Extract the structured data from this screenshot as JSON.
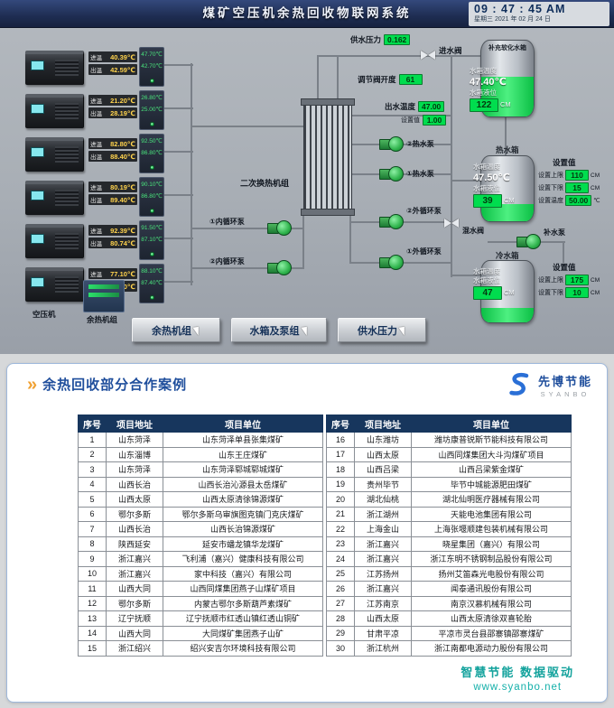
{
  "scada": {
    "title": "煤矿空压机余热回收物联网系统",
    "clock": {
      "time": "09 : 47 : 45 AM",
      "date": "星期三  2021 年 02 月 24 日"
    },
    "temp_labels": {
      "in": "进温",
      "out": "出温"
    },
    "top": {
      "supply_pressure_label": "供水压力",
      "supply_pressure_value": "0.162",
      "inlet_valve_label": "进水阀",
      "valve_opening_label": "调节阀开度",
      "valve_opening_value": "61",
      "outlet_temp_label": "出水温度",
      "outlet_temp_value": "47.00",
      "set_label": "设置值",
      "set_value": "1.00"
    },
    "compressors": [
      {
        "in": "40.39℃",
        "out": "42.59℃",
        "p_in": "47.70℃",
        "p_out": "42.70℃"
      },
      {
        "in": "21.20℃",
        "out": "28.19℃",
        "p_in": "26.80℃",
        "p_out": "25.00℃"
      },
      {
        "in": "82.80℃",
        "out": "88.40℃",
        "p_in": "92.50℃",
        "p_out": "86.80℃"
      },
      {
        "in": "80.19℃",
        "out": "89.40℃",
        "p_in": "90.10℃",
        "p_out": "86.80℃"
      },
      {
        "in": "92.39℃",
        "out": "80.74℃",
        "p_in": "91.50℃",
        "p_out": "87.10℃"
      },
      {
        "in": "77.10℃",
        "out": "78.40℃",
        "p_in": "88.10℃",
        "p_out": "87.40℃"
      }
    ],
    "labels": {
      "compressor_group": "空压机",
      "heat_recovery_unit": "余热机组",
      "exchanger": "二次换热机组",
      "mix_valve": "混水阀",
      "makeup_pump": "补水泵"
    },
    "pumps": {
      "hot2": "②热水泵",
      "hot1": "①热水泵",
      "inner1": "①内循环泵",
      "inner2": "②内循环泵",
      "outer2": "②外循环泵",
      "outer1": "①外循环泵"
    },
    "tanks": {
      "soft": {
        "name": "补充软化水箱",
        "temp_label": "水箱温度",
        "temp": "47.40℃",
        "level_label": "水箱液位",
        "level": "122",
        "level_unit": "CM"
      },
      "hot": {
        "name": "热水箱",
        "temp_label": "水箱温度",
        "temp": "47.50℃",
        "level_label": "水箱液位",
        "level": "39",
        "level_unit": "CM",
        "set_title": "设置值",
        "set_rows": [
          {
            "label": "设置上限",
            "value": "110",
            "unit": "CM"
          },
          {
            "label": "设置下限",
            "value": "15",
            "unit": "CM"
          },
          {
            "label": "设置温度",
            "value": "50.00",
            "unit": "℃"
          }
        ]
      },
      "cold": {
        "name": "冷水箱",
        "temp_label": "水箱温度",
        "temp": "",
        "level_label": "水箱液位",
        "level": "47",
        "level_unit": "CM",
        "set_title": "设置值",
        "set_rows": [
          {
            "label": "设置上限",
            "value": "175",
            "unit": "CM"
          },
          {
            "label": "设置下限",
            "value": "10",
            "unit": "CM"
          }
        ]
      }
    },
    "buttons": [
      "余热机组",
      "水箱及泵组",
      "供水压力"
    ]
  },
  "cases": {
    "title": "余热回收部分合作案例",
    "logo": {
      "cn": "先博节能",
      "en": "SYANBO"
    },
    "headers": [
      "序号",
      "项目地址",
      "项目单位"
    ],
    "left": [
      [
        1,
        "山东菏泽",
        "山东菏泽单县张集煤矿"
      ],
      [
        2,
        "山东淄博",
        "山东王庄煤矿"
      ],
      [
        3,
        "山东菏泽",
        "山东菏泽郓城郓城煤矿"
      ],
      [
        4,
        "山西长治",
        "山西长治沁源县太岳煤矿"
      ],
      [
        5,
        "山西太原",
        "山西太原清徐锦源煤矿"
      ],
      [
        6,
        "鄂尔多斯",
        "鄂尔多斯乌审旗图克镇门克庆煤矿"
      ],
      [
        7,
        "山西长治",
        "山西长治锦源煤矿"
      ],
      [
        8,
        "陕西延安",
        "延安市蟠龙镇华龙煤矿"
      ],
      [
        9,
        "浙江嘉兴",
        "飞利浦（嘉兴）健康科技有限公司"
      ],
      [
        10,
        "浙江嘉兴",
        "家中科技（嘉兴）有限公司"
      ],
      [
        11,
        "山西大同",
        "山西同煤集团燕子山煤矿项目"
      ],
      [
        12,
        "鄂尔多斯",
        "内蒙古鄂尔多斯葫芦素煤矿"
      ],
      [
        13,
        "辽宁抚顺",
        "辽宁抚顺市红透山镇红透山铜矿"
      ],
      [
        14,
        "山西大同",
        "大同煤矿集团燕子山矿"
      ],
      [
        15,
        "浙江绍兴",
        "绍兴安吉尔环境科技有限公司"
      ]
    ],
    "right": [
      [
        16,
        "山东潍坊",
        "潍坊康普锐斯节能科技有限公司"
      ],
      [
        17,
        "山西太原",
        "山西同煤集团大斗沟煤矿项目"
      ],
      [
        18,
        "山西吕梁",
        "山西吕梁紫金煤矿"
      ],
      [
        19,
        "贵州毕节",
        "毕节中城能源肥田煤矿"
      ],
      [
        20,
        "湖北仙桃",
        "湖北仙明医疗器械有限公司"
      ],
      [
        21,
        "浙江湖州",
        "天能电池集团有限公司"
      ],
      [
        22,
        "上海金山",
        "上海张堰顺建包装机械有限公司"
      ],
      [
        23,
        "浙江嘉兴",
        "晓星集团（嘉兴）有限公司"
      ],
      [
        24,
        "浙江嘉兴",
        "浙江东明不锈钢制品股份有限公司"
      ],
      [
        25,
        "江苏扬州",
        "扬州艾笛森光电股份有限公司"
      ],
      [
        26,
        "浙江嘉兴",
        "闻泰通讯股份有限公司"
      ],
      [
        27,
        "江苏南京",
        "南京汉慕机械有限公司"
      ],
      [
        28,
        "山西太原",
        "山西太原清徐双喜轮胎"
      ],
      [
        29,
        "甘肃平凉",
        "平凉市灵台县邵寨镇邵寨煤矿"
      ],
      [
        30,
        "浙江杭州",
        "浙江南都电源动力股份有限公司"
      ]
    ],
    "footer": {
      "slogan": "智慧节能 数据驱动",
      "site": "www.syanbo.net"
    }
  }
}
